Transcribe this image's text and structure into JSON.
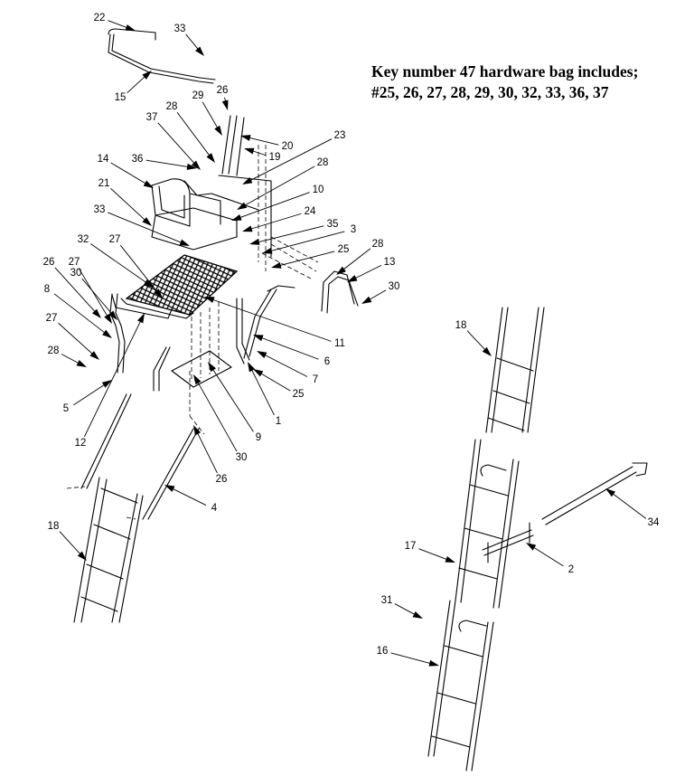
{
  "caption": {
    "line1": "Key number 47 hardware bag includes;",
    "line2": "#25, 26, 27, 28, 29, 30, 32, 33, 36, 37"
  },
  "callouts": [
    {
      "n": "22"
    },
    {
      "n": "33"
    },
    {
      "n": "15"
    },
    {
      "n": "26"
    },
    {
      "n": "29"
    },
    {
      "n": "28"
    },
    {
      "n": "37"
    },
    {
      "n": "20"
    },
    {
      "n": "19"
    },
    {
      "n": "23"
    },
    {
      "n": "36"
    },
    {
      "n": "14"
    },
    {
      "n": "28"
    },
    {
      "n": "10"
    },
    {
      "n": "21"
    },
    {
      "n": "24"
    },
    {
      "n": "33"
    },
    {
      "n": "35"
    },
    {
      "n": "3"
    },
    {
      "n": "32"
    },
    {
      "n": "27"
    },
    {
      "n": "25"
    },
    {
      "n": "28"
    },
    {
      "n": "26"
    },
    {
      "n": "27"
    },
    {
      "n": "13"
    },
    {
      "n": "30"
    },
    {
      "n": "30"
    },
    {
      "n": "8"
    },
    {
      "n": "11"
    },
    {
      "n": "27"
    },
    {
      "n": "6"
    },
    {
      "n": "28"
    },
    {
      "n": "7"
    },
    {
      "n": "25"
    },
    {
      "n": "5"
    },
    {
      "n": "1"
    },
    {
      "n": "9"
    },
    {
      "n": "12"
    },
    {
      "n": "30"
    },
    {
      "n": "26"
    },
    {
      "n": "4"
    },
    {
      "n": "18"
    },
    {
      "n": "18"
    },
    {
      "n": "34"
    },
    {
      "n": "17"
    },
    {
      "n": "2"
    },
    {
      "n": "31"
    },
    {
      "n": "16"
    }
  ]
}
